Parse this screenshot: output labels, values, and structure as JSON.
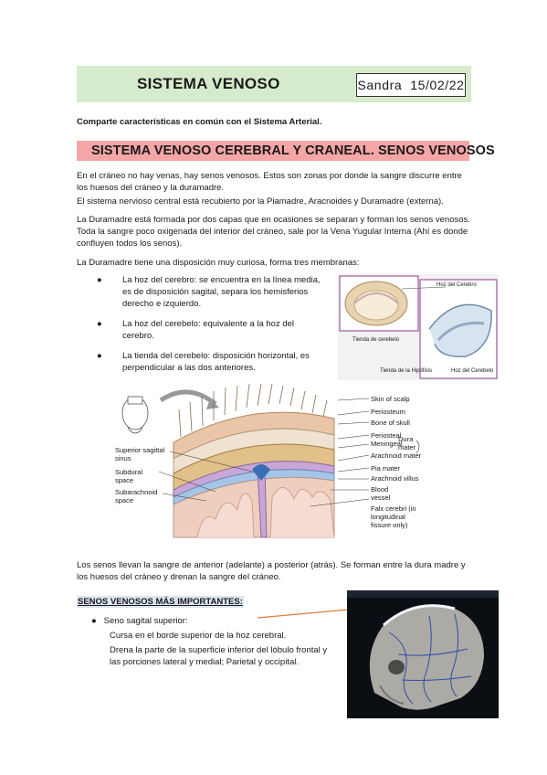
{
  "header": {
    "title": "SISTEMA VENOSO",
    "author": "Sandra",
    "date": "15/02/22"
  },
  "intro": "Comparte características en común con el Sistema Arterial.",
  "section1": {
    "title": "SISTEMA VENOSO CEREBRAL Y CRANEAL. SENOS VENOSOS",
    "p1": "En el cráneo no hay venas, hay senos venosos. Estos son zonas por donde la sangre discurre entre los huesos del cráneo y la duramadre.",
    "p2": "El sistema nervioso central está recubierto por la Piamadre, Aracnoides y Duramadre (externa).",
    "p3": "La Duramadre está formada por dos capas que en ocasiones se separan y forman los senos venosos. Toda la sangre poco oxigenada del interior del cráneo, sale por la Vena Yugular Interna (Ahí es donde confluyen todos los senos).",
    "p4": "La Duramadre tiene una disposición muy curiosa, forma tres membranas:",
    "bullets": [
      "La hoz del cerebro: se encuentra en la línea media, es de disposición sagital, separa los hemisferios derecho e izquierdo.",
      "La hoz del cerebelo: equivalente a la hoz del cerebro.",
      "La tienda del cerebelo: disposición horizontal, es perpendicular a las dos anteriores."
    ]
  },
  "figure1": {
    "labels": [
      "Tienda de cerebelo",
      "Hoz del Cerebro",
      "Tienda de la Hipófisis",
      "Hoz del Cerebelo"
    ]
  },
  "figure2": {
    "labels_right": [
      "Skin of scalp",
      "Periosteum",
      "Bone of skull",
      "Periosteal",
      "Meningeal",
      "Dura mater",
      "Arachnoid mater",
      "Pia mater",
      "Arachnoid villus",
      "Blood vessel",
      "Falx cerebri (in longitudinal fissure only)"
    ],
    "labels_left": [
      "Superior sagittal sinus",
      "Subdural space",
      "Subarachnoid space"
    ]
  },
  "p5": "Los senos llevan la sangre de anterior (adelante) a posterior (atrás). Se forman entre la dura madre y los huesos del cráneo y drenan la sangre del cráneo.",
  "section2": {
    "title": "SENOS VENOSOS MÁS IMPORTANTES:",
    "bullet": "Seno sagital superior:",
    "line1": "Cursa en el borde superior de la hoz cerebral.",
    "line2": "Drena la parte de la superficie inferior del lóbulo frontal y las porciones lateral y medial; Parietal y occipital."
  },
  "colors": {
    "title_bg": "#d6ebcc",
    "section_bg": "#f4a6a6",
    "subhead_bg": "#dbe5f1",
    "arrow": "#e07a3a"
  }
}
